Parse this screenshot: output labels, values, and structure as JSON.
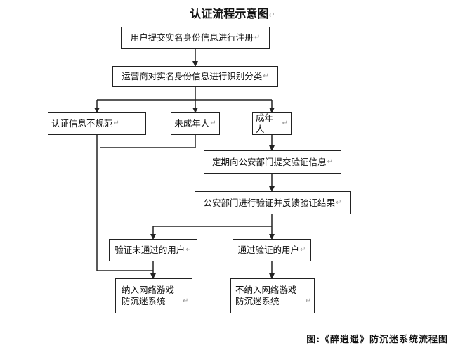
{
  "title": "认证流程示意图",
  "nodes": {
    "register": "用户提交实名身份信息进行注册",
    "classify": "运营商对实名身份信息进行识别分类",
    "invalid": "认证信息不规范",
    "minor": "未成年人",
    "adult": "成年人",
    "submit_police": "定期向公安部门提交验证信息",
    "police_verify": "公安部门进行验证并反馈验证结果",
    "fail": "验证未通过的用户",
    "pass": "通过验证的用户",
    "include": "纳入网络游戏防沉迷系统",
    "exclude": "不纳入网络游戏防沉迷系统"
  },
  "caption": "图:《醉逍遥》防沉迷系统流程图"
}
